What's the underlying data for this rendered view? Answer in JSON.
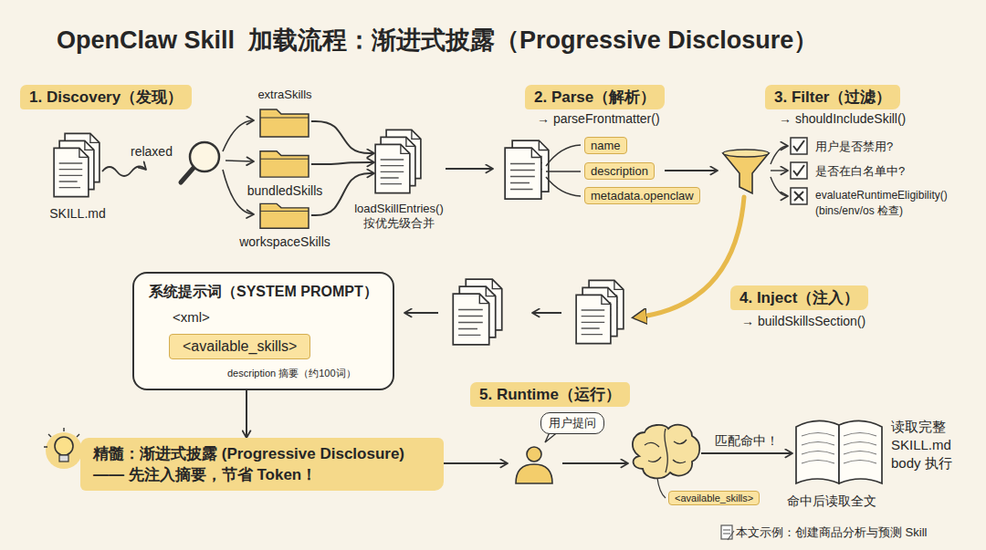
{
  "diagram": {
    "title": "OpenClaw Skill  加载流程：渐进式披露（Progressive Disclosure）",
    "nodes": [
      {
        "text": [
          "1. Discovery（发现）"
        ]
      },
      {
        "text": [
          "SKILL.md"
        ]
      },
      {
        "text": [
          "extraSkills"
        ]
      },
      {
        "text": [
          "bundledSkills"
        ]
      },
      {
        "text": [
          "workspaceSkills"
        ]
      },
      {
        "text": [
          "loadSkillEntries() 按优先级合并"
        ]
      },
      {
        "text": [
          "2. Parse（解析）"
        ]
      },
      {
        "text": [
          "name"
        ]
      },
      {
        "text": [
          "description"
        ]
      },
      {
        "text": [
          "metadata.openclaw"
        ]
      },
      {
        "text": [
          "3. Filter（过滤）"
        ]
      },
      {
        "text": [
          "4. Inject（注入）"
        ]
      },
      {
        "text": [
          "系统提示词（SYSTEM PROMPT）",
          "<xml>"
        ]
      },
      {
        "text": [
          "<available_skills>"
        ],
        "in": 12
      },
      {
        "text": [
          "精髓：渐进式披露 (Progressive Disclosure) —— 先注入摘要，节省 Token！"
        ]
      },
      {
        "text": [
          "5. Runtime（运行）"
        ]
      },
      {
        "text": [
          "用户提问"
        ]
      },
      {
        "text": [
          "<available_skills>"
        ]
      },
      {
        "text": [
          "读取完整 SKILL.md body 执行"
        ]
      }
    ],
    "edges": [
      {
        "from": 2,
        "to": 5,
        "arrow": "to"
      },
      {
        "from": 3,
        "to": 5,
        "arrow": "to"
      },
      {
        "from": 4,
        "to": 5,
        "arrow": "to"
      },
      {
        "from": 12,
        "to": 14,
        "arrow": "to"
      },
      {
        "from": 14,
        "to": 16,
        "arrow": "to"
      },
      {
        "from": 16,
        "to": 17,
        "arrow": "to"
      },
      {
        "from": 17,
        "to": 18,
        "label": "匹配命中！",
        "arrow": "to"
      }
    ],
    "labels": [
      "relaxed",
      "→ parseFrontmatter()",
      "→ shouldIncludeSkill()",
      "用户是否禁用?",
      "是否在白名单中?",
      "evaluateRuntimeEligibility() (bins/env/os 检查)",
      "→ buildSkillsSection()",
      "description 摘要（约100词）",
      "命中后读取全文",
      "本文示例：创建商品分析与预测 Skill"
    ]
  }
}
